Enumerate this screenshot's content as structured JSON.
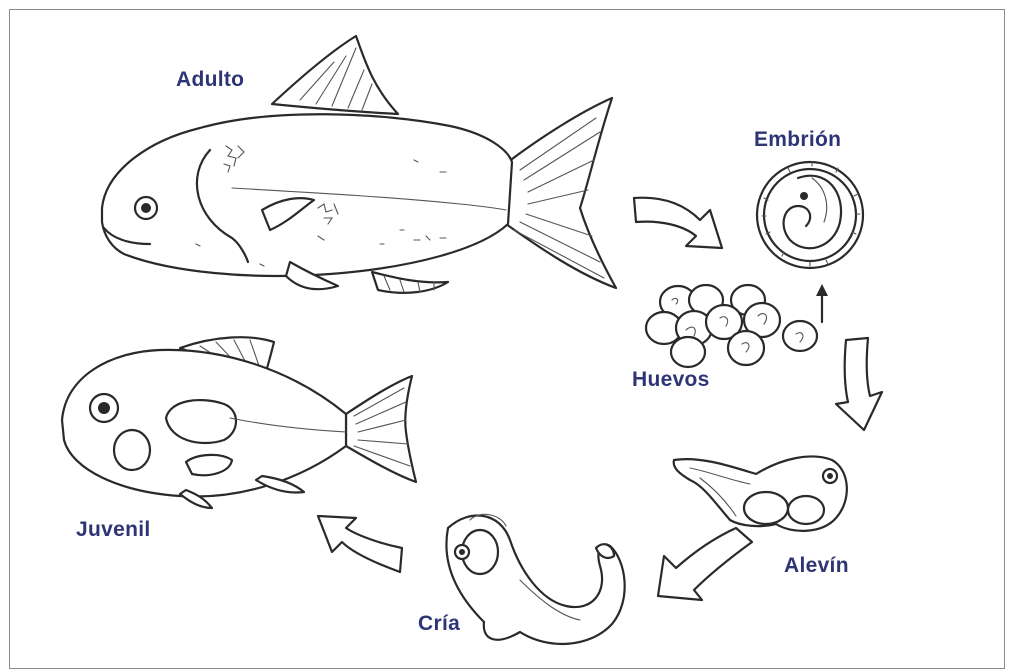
{
  "stages": {
    "adult": "Adulto",
    "embryo": "Embrión",
    "eggs": "Huevos",
    "larva": "Alevín",
    "fry": "Cría",
    "juvenile": "Juvenil"
  },
  "colors": {
    "label": "#2d3575",
    "line": "#2a2a2a",
    "background": "#ffffff",
    "border": "#8a8a8a"
  }
}
